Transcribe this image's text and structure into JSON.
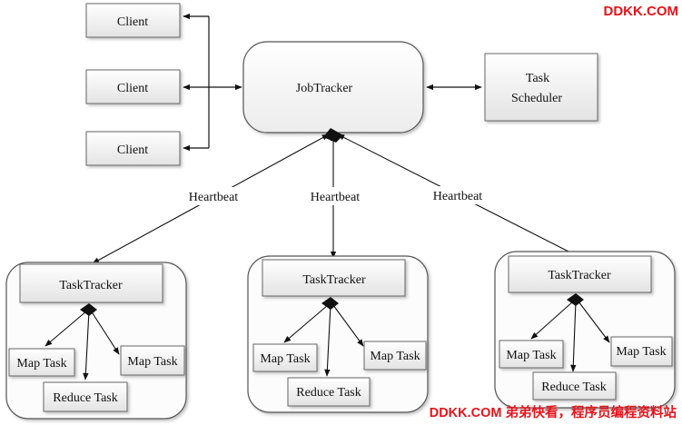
{
  "clients": [
    "Client",
    "Client",
    "Client"
  ],
  "jobtracker": {
    "label": "JobTracker"
  },
  "scheduler": {
    "line1": "Task",
    "line2": "Scheduler"
  },
  "heartbeat_labels": [
    "Heartbeat",
    "Heartbeat",
    "Heartbeat"
  ],
  "tasktracker_nodes": [
    {
      "tracker": "TaskTracker",
      "map_left": "Map Task",
      "map_right": "Map Task",
      "reduce": "Reduce Task"
    },
    {
      "tracker": "TaskTracker",
      "map_left": "Map Task",
      "map_right": "Map Task",
      "reduce": "Reduce Task"
    },
    {
      "tracker": "TaskTracker",
      "map_left": "Map Task",
      "map_right": "Map Task",
      "reduce": "Reduce Task"
    }
  ],
  "watermark": {
    "top": "DDKK.COM",
    "bottom": "DDKK.COM 弟弟快看，程序员编程资料站"
  }
}
